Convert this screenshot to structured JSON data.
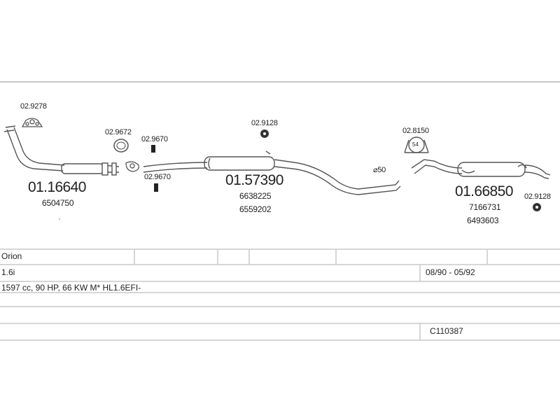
{
  "parts": {
    "flange_gasket_label": "02.9278",
    "ring_gasket_label": "02.9672",
    "bolt_upper_label": "02.9670",
    "bolt_lower_label": "02.9670",
    "front_pipe_number": "01.16640",
    "front_pipe_oem": "6504750",
    "mid_silencer_number": "01.57390",
    "mid_silencer_oem_1": "6638225",
    "mid_silencer_oem_2": "6559202",
    "mid_hanger_label": "02.9128",
    "diameter_label": "⌀50",
    "rear_clamp_label": "02.8150",
    "rear_clamp_size": "54",
    "rear_silencer_number": "01.66850",
    "rear_silencer_oem_1": "7166731",
    "rear_silencer_oem_2": "6493603",
    "rear_hanger_label": "02.9128"
  },
  "table": {
    "model": "Orion",
    "engine": "1.6i",
    "dates": "08/90 - 05/92",
    "spec": "1597 cc, 90 HP, 66 KW M* HL1.6EFI-",
    "code": "C110387"
  },
  "colors": {
    "line": "#555555",
    "grid": "#c8c8c8",
    "text": "#222222"
  }
}
